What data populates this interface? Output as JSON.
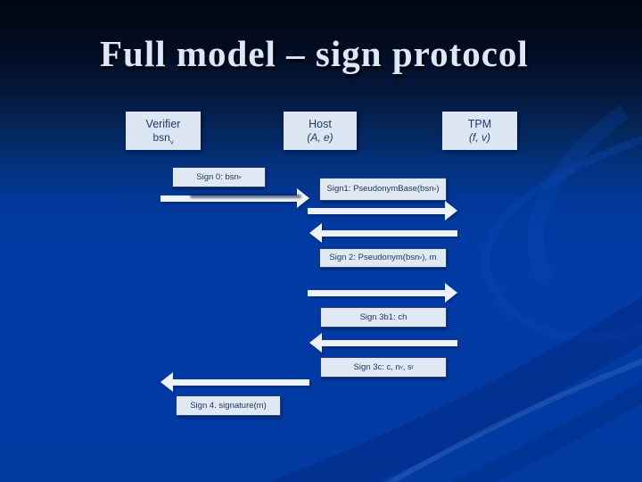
{
  "slide": {
    "title": "Full model – sign protocol"
  },
  "colors": {
    "background_blue": "#023aa2",
    "background_top": "#010612",
    "box_fill": "#dce6f2",
    "box_border": "#24416f",
    "box_text": "#17365d",
    "arrow_fill": "#edf2f9",
    "title_text": "#dce8f8"
  },
  "actors": [
    {
      "name": "Verifier",
      "detail": [
        {
          "t": "bsn"
        },
        {
          "t": "v",
          "sub": true
        }
      ]
    },
    {
      "name": "Host",
      "detail": [
        {
          "t": "(A, e)",
          "i": true
        }
      ]
    },
    {
      "name": "TPM",
      "detail": [
        {
          "t": "(f, v)",
          "i": true
        }
      ]
    }
  ],
  "messages": [
    {
      "from": "Verifier",
      "to": "Host",
      "direction": "right",
      "label": [
        {
          "t": "Sign 0: bsn"
        },
        {
          "t": "v",
          "sub": true
        }
      ]
    },
    {
      "from": "Host",
      "to": "TPM",
      "direction": "right",
      "label": [
        {
          "t": "Sign1: PseudonymBase(bsn"
        },
        {
          "t": "v",
          "sub": true
        },
        {
          "t": ")"
        }
      ]
    },
    {
      "from": "TPM",
      "to": "Host",
      "direction": "left",
      "label": [
        {
          "t": "Sign 2: Pseudonym(bsn"
        },
        {
          "t": "v",
          "sub": true
        },
        {
          "t": "), m"
        }
      ]
    },
    {
      "from": "Host",
      "to": "TPM",
      "direction": "right",
      "label": [
        {
          "t": "Sign 3b1: ch"
        }
      ]
    },
    {
      "from": "TPM",
      "to": "Host",
      "direction": "left",
      "label": [
        {
          "t": "Sign 3c: c, n"
        },
        {
          "t": "v",
          "sub": true
        },
        {
          "t": ", s"
        },
        {
          "t": "f",
          "sub": true
        }
      ]
    },
    {
      "from": "Host",
      "to": "Verifier",
      "direction": "left",
      "label": [
        {
          "t": "Sign 4. signature(m)"
        }
      ]
    }
  ]
}
